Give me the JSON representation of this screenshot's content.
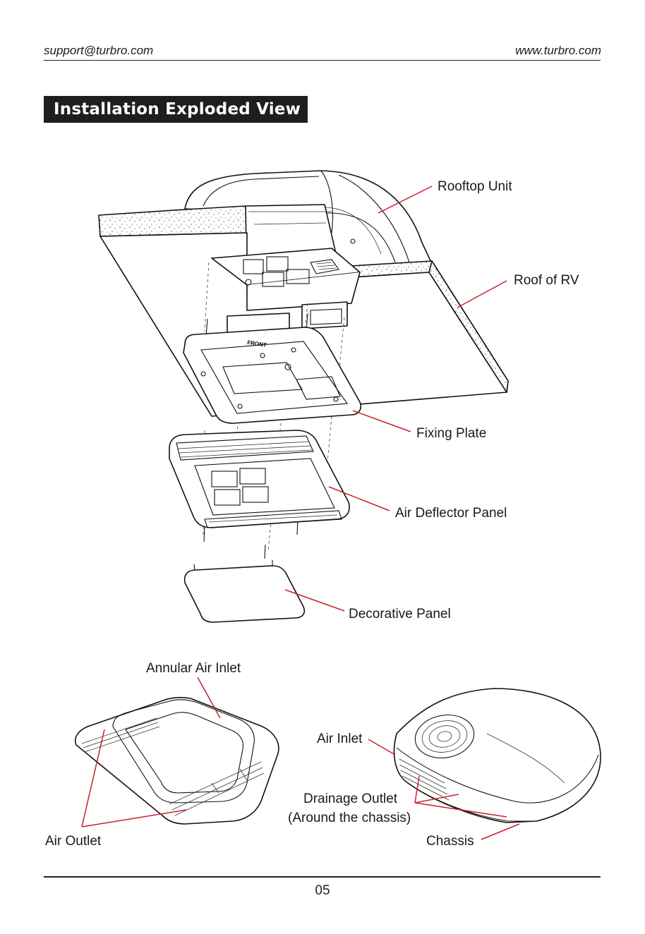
{
  "header": {
    "email": "support@turbro.com",
    "website": "www.turbro.com"
  },
  "section": {
    "title": "Installation Exploded View"
  },
  "exploded_labels": {
    "rooftop_unit": "Rooftop Unit",
    "roof_of_rv": "Roof of RV",
    "fixing_plate": "Fixing Plate",
    "air_deflector_panel": "Air Deflector Panel",
    "decorative_panel": "Decorative Panel",
    "front_marking": "FRONT"
  },
  "detail_labels": {
    "annular_air_inlet": "Annular Air Inlet",
    "air_outlet": "Air Outlet",
    "air_inlet": "Air Inlet",
    "drainage_outlet_line1": "Drainage Outlet",
    "drainage_outlet_line2": "(Around the chassis)",
    "chassis": "Chassis"
  },
  "footer": {
    "page_number": "05"
  },
  "colors": {
    "leader_line": "#c8202e",
    "title_bg": "#1e1e1e",
    "title_text": "#ffffff"
  }
}
